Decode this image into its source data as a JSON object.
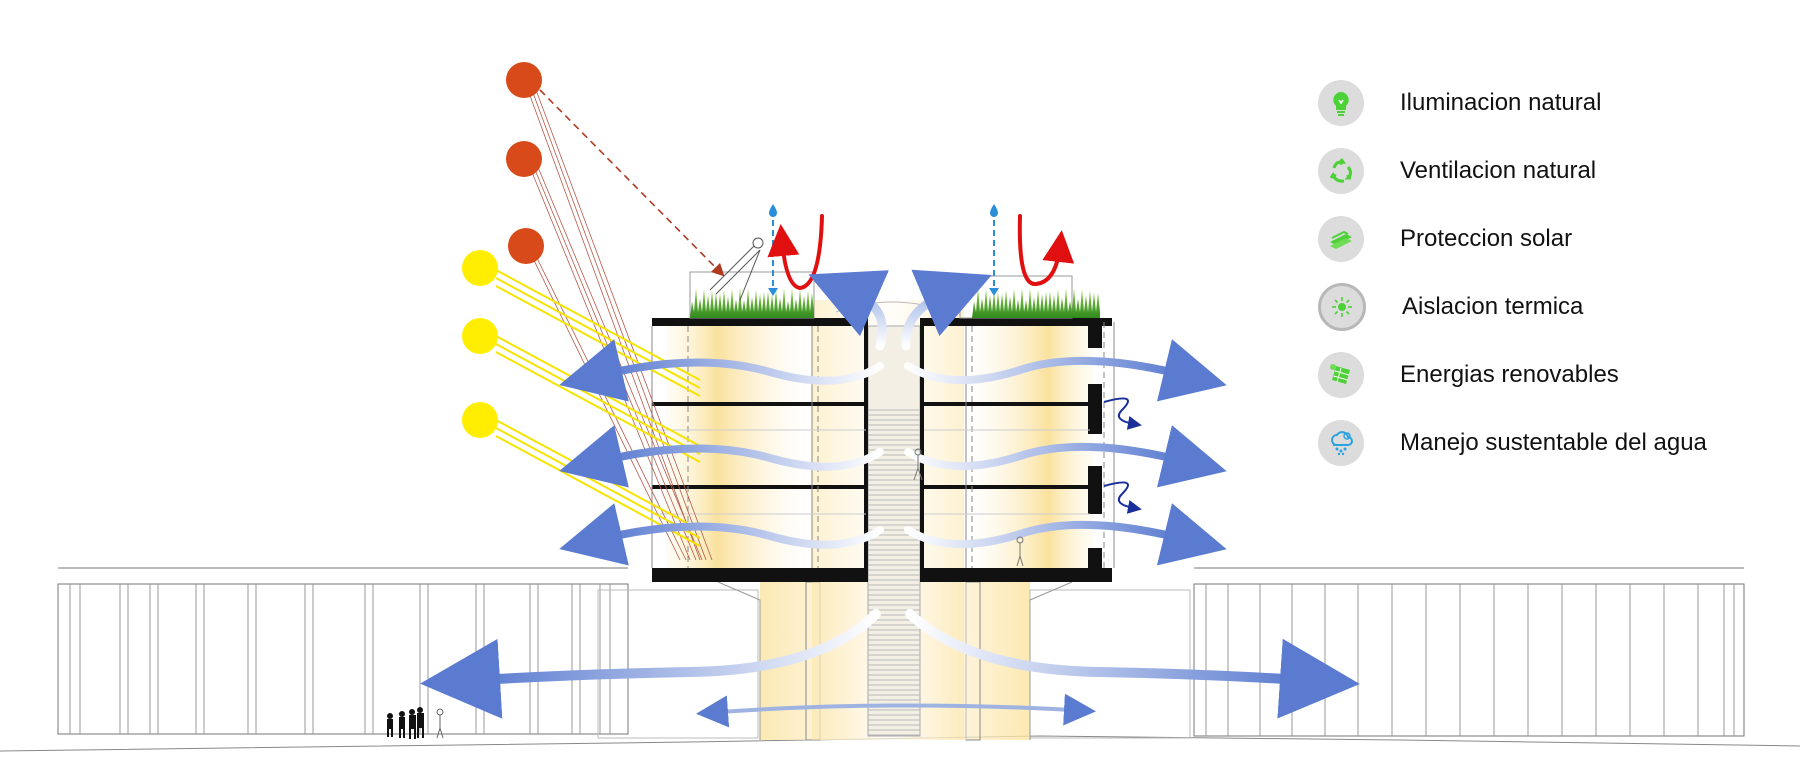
{
  "legend": {
    "items": [
      {
        "label": "Iluminacion natural",
        "icon": "bulb-icon",
        "color": "#4cd137"
      },
      {
        "label": "Ventilacion natural",
        "icon": "recycle-arrows-icon",
        "color": "#4cd137"
      },
      {
        "label": "Proteccion solar",
        "icon": "louver-shade-icon",
        "color": "#4cd137"
      },
      {
        "label": "Aislacion termica",
        "icon": "sun-insulation-icon",
        "color": "#4cd137"
      },
      {
        "label": "Energias renovables",
        "icon": "solar-panel-icon",
        "color": "#4cd137"
      },
      {
        "label": "Manejo sustentable del agua",
        "icon": "rain-cloud-icon",
        "color": "#29a3e0"
      }
    ]
  },
  "colors": {
    "sun_low": "#d94a1a",
    "sun_high": "#ffee00",
    "airflow": "#5f7fd1",
    "heat": "#e01010",
    "water": "#2a8fd8",
    "grass": "#4ea82a",
    "glow": "#fbe7a8"
  }
}
